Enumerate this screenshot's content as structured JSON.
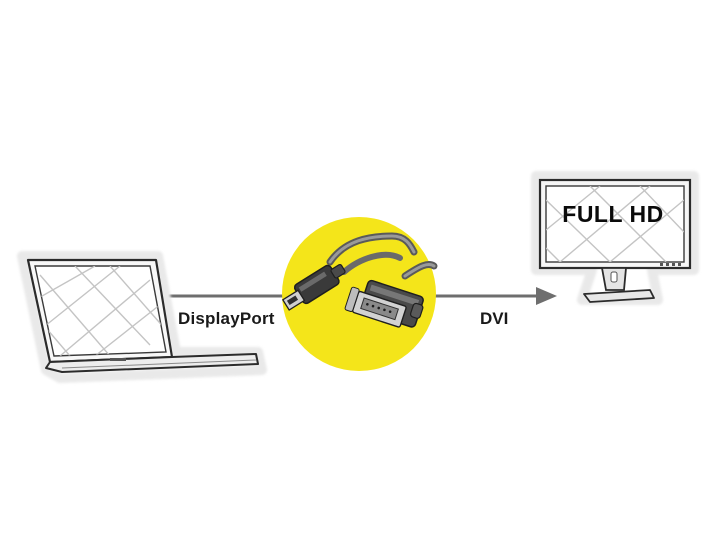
{
  "labels": {
    "source_port": "DisplayPort",
    "target_port": "DVI",
    "monitor_screen": "FULL HD"
  },
  "colors": {
    "highlight_circle": "#f4e51a",
    "connection_line": "#6e6e6e",
    "device_outline": "#2b2b2b"
  },
  "icons": {
    "source_device": "laptop-icon",
    "cable": "displayport-to-dvi-cable-icon",
    "target_device": "monitor-icon"
  }
}
